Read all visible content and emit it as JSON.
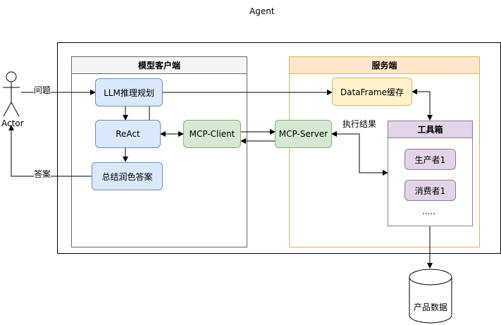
{
  "title": "Agent",
  "actor": {
    "label": "Actor"
  },
  "edges": {
    "question": "问题",
    "answer": "答案",
    "exec_result": "执行结果"
  },
  "client_panel": {
    "title": "模型客户端",
    "llm": "LLM推理规划",
    "react": "ReAct",
    "summary": "总结润色答案",
    "mcp_client": "MCP-Client"
  },
  "server_panel": {
    "title": "服务端",
    "dataframe": "DataFrame缓存",
    "mcp_server": "MCP-Server",
    "toolbox": {
      "title": "工具箱",
      "items": [
        "生产者1",
        "消费者1"
      ],
      "more": "....."
    }
  },
  "database": {
    "label": "产品数据"
  },
  "colors": {
    "blue_fill": "#dae8fc",
    "blue_stroke": "#6c8ebf",
    "green_fill": "#d5e8d4",
    "green_stroke": "#82b366",
    "yellow_fill": "#fff2cc",
    "yellow_stroke": "#d6b656",
    "orange_header": "#ffe6cc",
    "purple_fill": "#e1d5e7",
    "purple_stroke": "#9673a6",
    "gray_header": "#f5f5f5"
  }
}
